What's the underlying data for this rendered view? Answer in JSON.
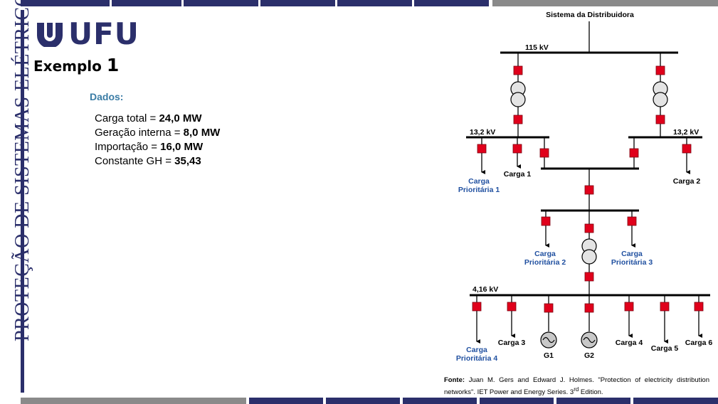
{
  "header_bars": {
    "top_colors": [
      "navy",
      "navy",
      "navy",
      "navy",
      "navy",
      "navy",
      "gray"
    ],
    "bottom_colors": [
      "gray",
      "navy",
      "navy",
      "navy",
      "navy",
      "navy",
      "navy",
      "navy"
    ]
  },
  "colors": {
    "brand_navy": "#2b2f6b",
    "breaker_red": "#e0001b",
    "label_blue": "#3a7ca5",
    "prioritaria_blue": "#2050a0"
  },
  "side_title": "PROTEÇÃO DE SISTEMAS ELÉTRICOS",
  "logo": {
    "text": "UFU",
    "icon": "ufu-emblem-icon"
  },
  "page_title": {
    "prefix": "Exemplo ",
    "number": "1"
  },
  "data_section": {
    "heading": "Dados:",
    "lines": [
      {
        "label": "Carga total = ",
        "value": "24,0 MW"
      },
      {
        "label": "Geração interna = ",
        "value": "8,0 MW"
      },
      {
        "label": "Importação = ",
        "value": "16,0 MW"
      },
      {
        "label": "Constante GH = ",
        "value": "35,43"
      }
    ]
  },
  "diagram": {
    "title": "Sistema da Distribuidora",
    "voltages": {
      "v115": "115 kV",
      "v13_left": "13,2 kV",
      "v13_right": "13,2 kV",
      "v416": "4,16 kV"
    },
    "loads": {
      "carga1": "Carga 1",
      "carga2": "Carga 2",
      "carga3": "Carga 3",
      "carga4": "Carga 4",
      "carga5": "Carga 5",
      "carga6": "Carga 6",
      "prio1": [
        "Carga",
        "Prioritária 1"
      ],
      "prio2": [
        "Carga",
        "Prioritária 2"
      ],
      "prio3": [
        "Carga",
        "Prioritária 3"
      ],
      "prio4": [
        "Carga",
        "Prioritária 4"
      ]
    },
    "generators": {
      "g1": "G1",
      "g2": "G2"
    }
  },
  "source": {
    "label": "Fonte:",
    "text": " Juan M. Gers and Edward J. Holmes. \"Protection of electricity distribution networks\". IET Power and Energy Series. 3",
    "sup": "rd",
    "tail": " Edition."
  }
}
